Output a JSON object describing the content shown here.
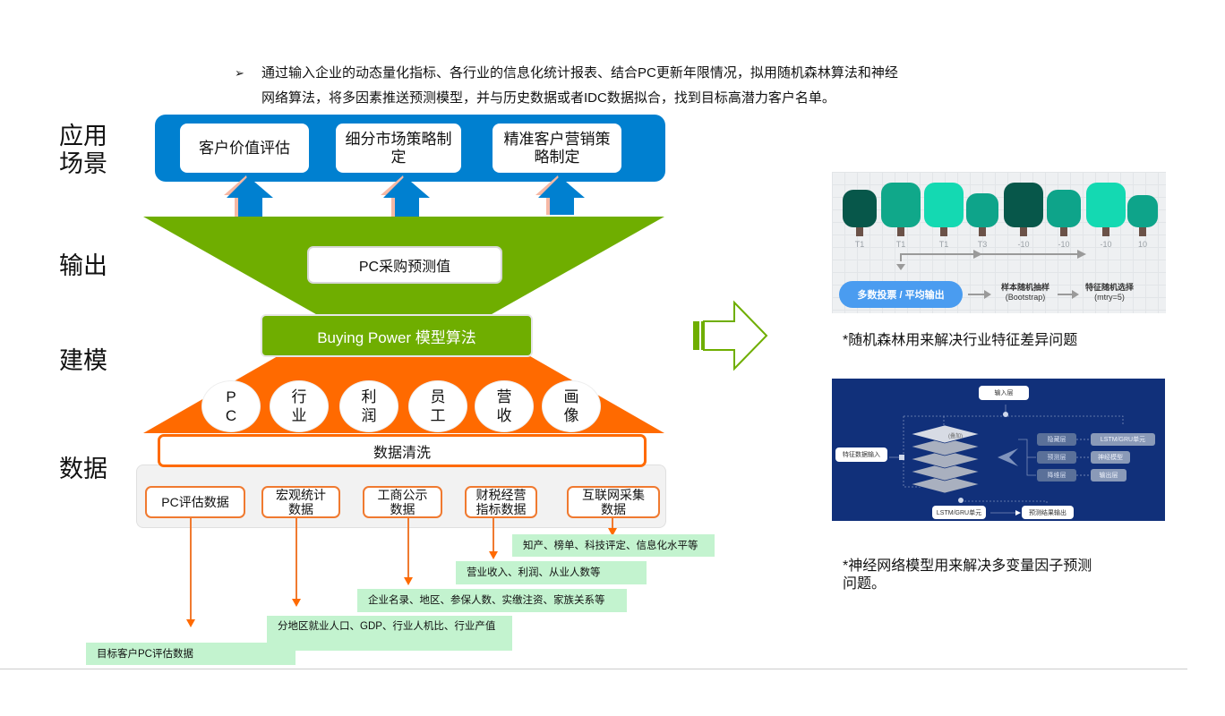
{
  "intro": {
    "bullet_icon": "arrow-bullet-icon",
    "line1": "通过输入企业的动态量化指标、各行业的信息化统计报表、结合PC更新年限情况，拟用随机森林算法和神经",
    "line2": "网络算法，将多因素推送预测模型，并与历史数据或者IDC数据拟合，找到目标高潜力客户名单。"
  },
  "stages": {
    "application": "应用场景",
    "application_l1": "应用",
    "application_l2": "场景",
    "output": "输出",
    "modeling": "建模",
    "data": "数据"
  },
  "application": {
    "boxes": [
      "客户价值评估",
      "细分市场策略制定",
      "精准客户营销策略制定"
    ]
  },
  "output": {
    "label": "PC采购预测值"
  },
  "model": {
    "label": "Buying Power 模型算法"
  },
  "features": [
    "PC",
    "行业",
    "利润",
    "员工",
    "营收",
    "画像"
  ],
  "cleaning": {
    "label": "数据清洗"
  },
  "sources": [
    {
      "label": "PC评估数据",
      "note": "目标客户PC评估数据"
    },
    {
      "label": "宏观统计数据",
      "note": "分地区就业人口、GDP、行业人机比、行业产值"
    },
    {
      "label": "工商公示数据",
      "note": "企业名录、地区、参保人数、实缴注资、家族关系等"
    },
    {
      "label": "财税经营指标数据",
      "note": "营业收入、利润、从业人数等"
    },
    {
      "label": "互联网采集数据",
      "note": "知产、榜单、科技评定、信息化水平等"
    }
  ],
  "random_forest": {
    "tree_labels": [
      "T1",
      "T1",
      "T1",
      "T3",
      "-10",
      "-10",
      "-10",
      "10"
    ],
    "tree_colors": [
      "#07574a",
      "#10a88a",
      "#14d9b2",
      "#0ea48a",
      "#07574a",
      "#0ea48a",
      "#14d9b2",
      "#0ea48a"
    ],
    "vote_label": "多数投票 / 平均输出",
    "step1_l1": "样本随机抽样",
    "step1_l2": "(Bootstrap)",
    "step2_l1": "特征随机选择",
    "step2_l2": "(mtry=5)",
    "caption": "*随机森林用来解决行业特征差异问题"
  },
  "neural_net": {
    "input_layer": "输入层",
    "feature_input": "特征数据输入",
    "stack_label": "(叠加)",
    "layers": [
      "隐藏层",
      "预测层",
      "降维层"
    ],
    "units": [
      "LSTM/GRU单元",
      "神经模型",
      "输出层"
    ],
    "lstm_unit": "LSTM/GRU单元",
    "result_output": "预测结果输出",
    "caption_l1": "*神经网络模型用来解决多变量因子预测",
    "caption_l2": "问题。"
  },
  "colors": {
    "app_blue": "#0080d0",
    "funnel_green": "#6fae00",
    "data_orange": "#ff6a00",
    "note_green": "#c3f3cf",
    "nn_bg": "#11307a",
    "vote_blue": "#4a9cf0"
  }
}
